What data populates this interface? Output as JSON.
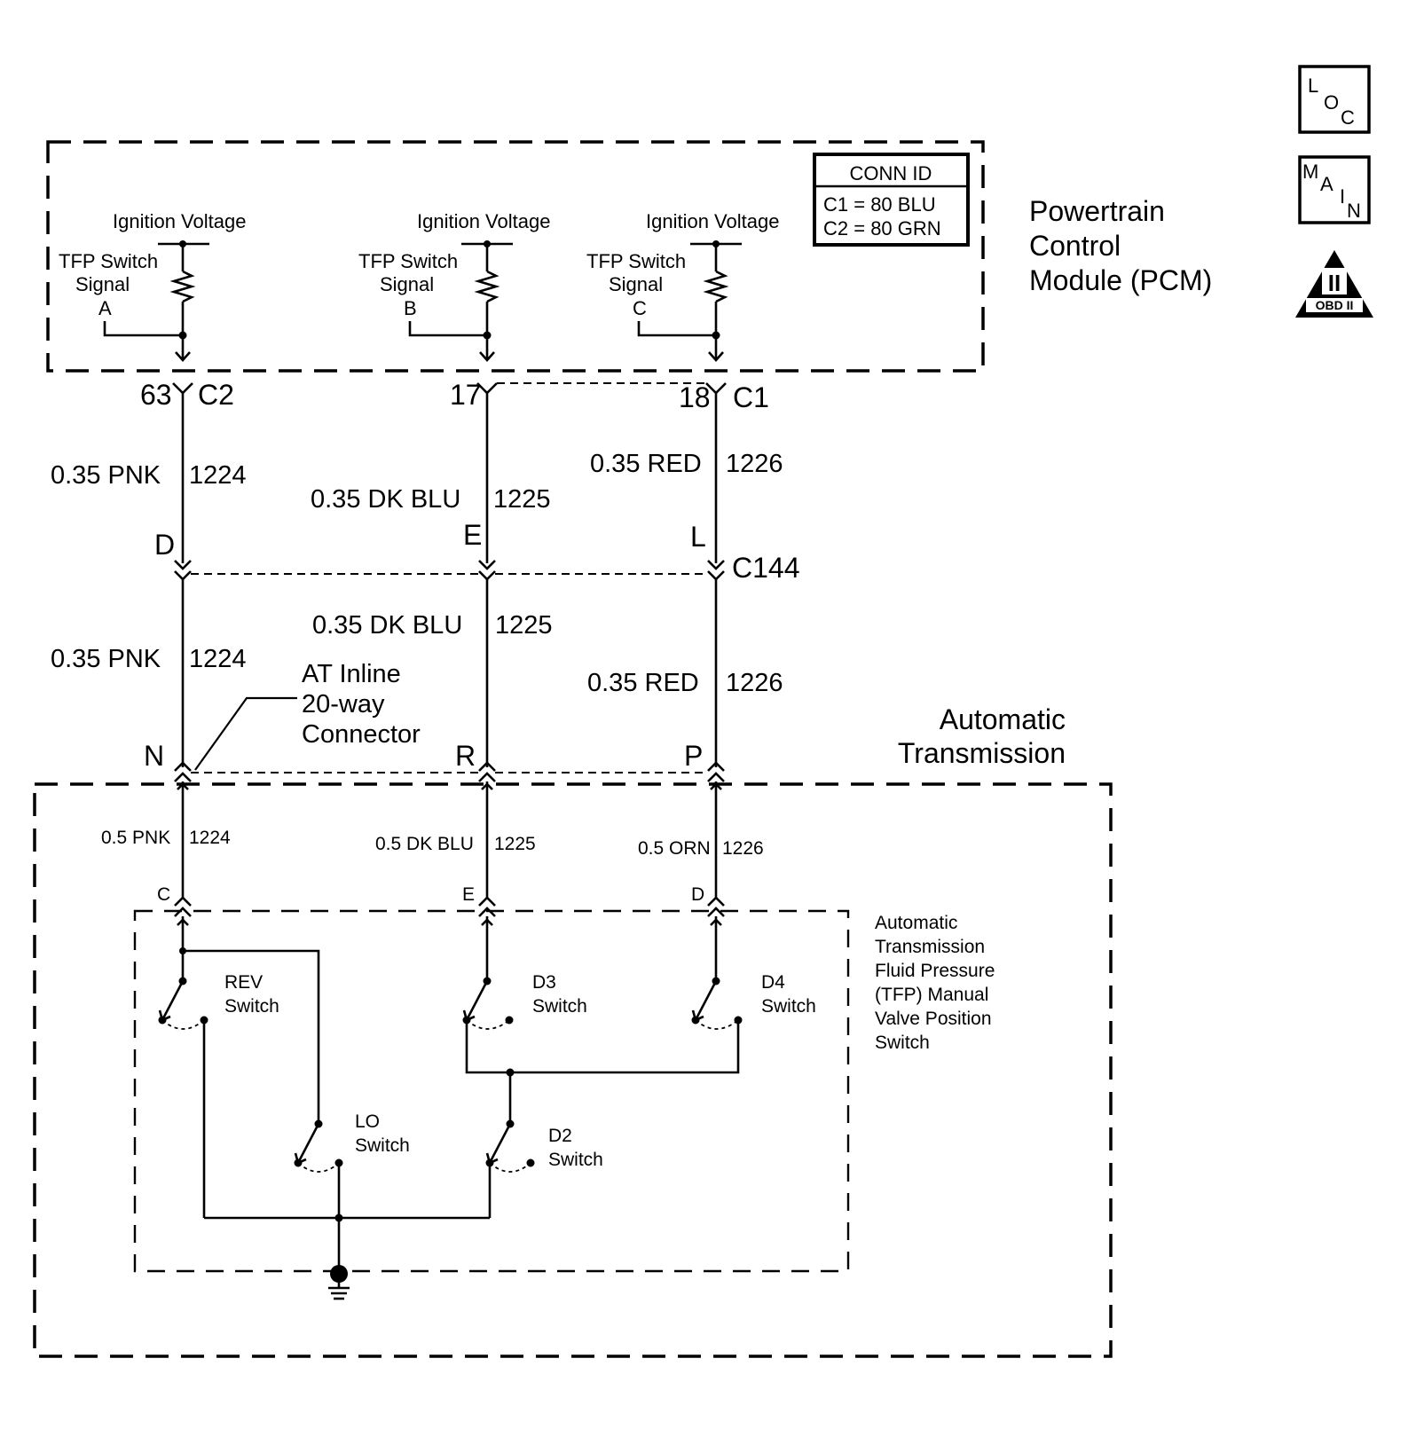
{
  "pcm": {
    "title_line1": "Powertrain",
    "title_line2": "Control",
    "title_line3": "Module (PCM)",
    "conn_id": {
      "header": "CONN ID",
      "c1": "C1 = 80 BLU",
      "c2": "C2 = 80 GRN"
    },
    "circuits": [
      {
        "voltage": "Ignition Voltage",
        "signal_line1": "TFP Switch",
        "signal_line2": "Signal",
        "letter": "A",
        "pin": "63",
        "connector": "C2"
      },
      {
        "voltage": "Ignition Voltage",
        "signal_line1": "TFP Switch",
        "signal_line2": "Signal",
        "letter": "B",
        "pin": "17",
        "connector": ""
      },
      {
        "voltage": "Ignition Voltage",
        "signal_line1": "TFP Switch",
        "signal_line2": "Signal",
        "letter": "C",
        "pin": "18",
        "connector": "C1"
      }
    ]
  },
  "wires_upper": [
    {
      "color": "0.35 PNK",
      "circuit": "1224"
    },
    {
      "color": "0.35 DK BLU",
      "circuit": "1225"
    },
    {
      "color": "0.35 RED",
      "circuit": "1226"
    }
  ],
  "c144": {
    "name": "C144",
    "pins": [
      "D",
      "E",
      "L"
    ]
  },
  "wires_middle": [
    {
      "color": "0.35 PNK",
      "circuit": "1224"
    },
    {
      "color": "0.35 DK BLU",
      "circuit": "1225"
    },
    {
      "color": "0.35 RED",
      "circuit": "1226"
    }
  ],
  "inline_connector": {
    "label_line1": "AT Inline",
    "label_line2": "20-way",
    "label_line3": "Connector",
    "pins": [
      "N",
      "R",
      "P"
    ]
  },
  "transmission": {
    "title_line1": "Automatic",
    "title_line2": "Transmission",
    "wires": [
      {
        "color": "0.5 PNK",
        "circuit": "1224"
      },
      {
        "color": "0.5 DK BLU",
        "circuit": "1225"
      },
      {
        "color": "0.5 ORN",
        "circuit": "1226"
      }
    ],
    "switch_pins": [
      "C",
      "E",
      "D"
    ]
  },
  "tfp_switch": {
    "title_lines": [
      "Automatic",
      "Transmission",
      "Fluid Pressure",
      "(TFP) Manual",
      "Valve Position",
      "Switch"
    ],
    "switches": [
      {
        "name": "REV",
        "suffix": "Switch"
      },
      {
        "name": "D3",
        "suffix": "Switch"
      },
      {
        "name": "D4",
        "suffix": "Switch"
      },
      {
        "name": "LO",
        "suffix": "Switch"
      },
      {
        "name": "D2",
        "suffix": "Switch"
      }
    ]
  },
  "badges": {
    "loc": {
      "l1": "L",
      "l2": "O",
      "l3": "C"
    },
    "main": {
      "l1": "M",
      "l2": "A",
      "l3": "I",
      "l4": "N"
    },
    "obd": {
      "numeral": "II",
      "label": "OBD II"
    }
  }
}
